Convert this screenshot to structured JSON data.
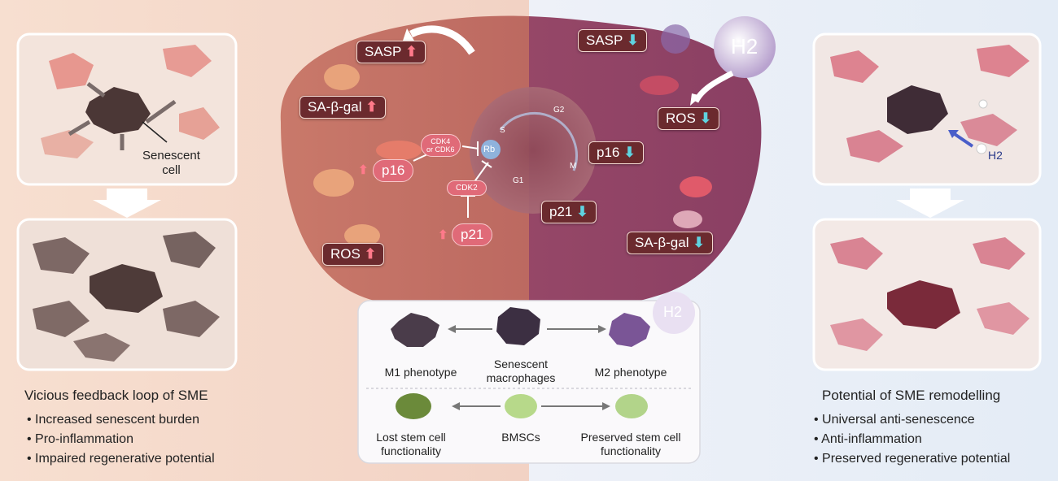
{
  "left_panel": {
    "senescent_cell_label": "Senescent\ncell",
    "title": "Vicious feedback loop of SME",
    "bullets": [
      "Increased senescent burden",
      "Pro-inflammation",
      "Impaired regenerative potential"
    ]
  },
  "right_panel": {
    "h2_label": "H2",
    "title": "Potential of SME remodelling",
    "bullets": [
      "Universal anti-senescence",
      "Anti-inflammation",
      "Preserved regenerative potential"
    ]
  },
  "cell": {
    "left_tags": {
      "sasp": "SASP",
      "sabgal": "SA-β-gal",
      "ros": "ROS"
    },
    "left_pills": {
      "p16": "p16",
      "p21": "p21",
      "cdk2": "CDK2",
      "cdk46": "CDK4\nor CDK6",
      "rb": "Rb"
    },
    "cycle": {
      "g1": "G1",
      "s": "S",
      "g2": "G2",
      "m": "M"
    },
    "right_tags": {
      "sasp": "SASP",
      "ros": "ROS",
      "p16": "p16",
      "p21": "p21",
      "sabgal": "SA-β-gal"
    },
    "h2_bubble": "H2",
    "up_arrow": "⬆",
    "down_arrow": "⬇"
  },
  "bottom_panel": {
    "h2_badge": "H2",
    "m1": "M1 phenotype",
    "senescent_macrophages": "Senescent\nmacrophages",
    "m2": "M2 phenotype",
    "lost": "Lost stem cell\nfunctionality",
    "bmscs": "BMSCs",
    "preserved": "Preserved stem cell\nfunctionality"
  },
  "colors": {
    "left_bg": "#f6dccd",
    "right_bg": "#e7eef7",
    "tag": "#6b2a2e",
    "up": "#ff7a8a",
    "down": "#5fd3e0"
  }
}
